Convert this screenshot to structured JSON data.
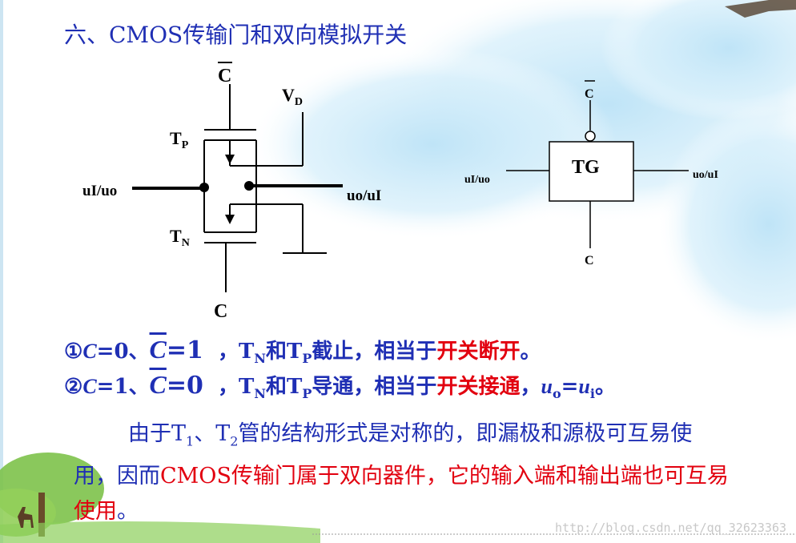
{
  "title": "六、CMOS传输门和双向模拟开关",
  "circuit": {
    "c_bar": "C",
    "vd": "V",
    "vd_sub": "D",
    "tp": "T",
    "tp_sub": "P",
    "tn": "T",
    "tn_sub": "N",
    "left_port": "uI/uo",
    "right_port": "uo/uI",
    "c_bottom": "C"
  },
  "symbol": {
    "box_label": "TG",
    "c_bar": "C",
    "c_bottom": "C",
    "left_port": "uI/uo",
    "right_port": "uo/uI"
  },
  "conditions": {
    "line1": {
      "num": "①",
      "c": "C",
      "eq0": "=0、",
      "cbar": "C",
      "eq1": "=1",
      "sep": "，",
      "tn": "T",
      "tn_sub": "N",
      "and": "和",
      "tp": "T",
      "tp_sub": "P",
      "state": "截止，相当于",
      "result": "开关断开",
      "end": "。"
    },
    "line2": {
      "num": "②",
      "c": "C",
      "eq0": "=1、",
      "cbar": "C",
      "eq1": "=0",
      "sep": "，",
      "tn": "T",
      "tn_sub": "N",
      "and": "和",
      "tp": "T",
      "tp_sub": "P",
      "state": "导通，相当于",
      "result": "开关接通",
      "comma": "，",
      "uo": "u",
      "uo_sub": "o",
      "eq": "=",
      "ui": "u",
      "ui_sub": "i",
      "end": "。"
    }
  },
  "paragraph": {
    "part1": "由于T",
    "sub1": "1",
    "part2": "、T",
    "sub2": "2",
    "part3": "管的结构形式是对称的，即漏极和源极可互易使用，因而",
    "red": "CMOS传输门属于双向器件，它的输入端和输出端也可互易使用",
    "end": "。"
  },
  "watermark": "http://blog.csdn.net/qq_32623363",
  "colors": {
    "heading_blue": "#1f2fb4",
    "highlight_red": "#e2000f",
    "grass_green": "#6db83a"
  }
}
